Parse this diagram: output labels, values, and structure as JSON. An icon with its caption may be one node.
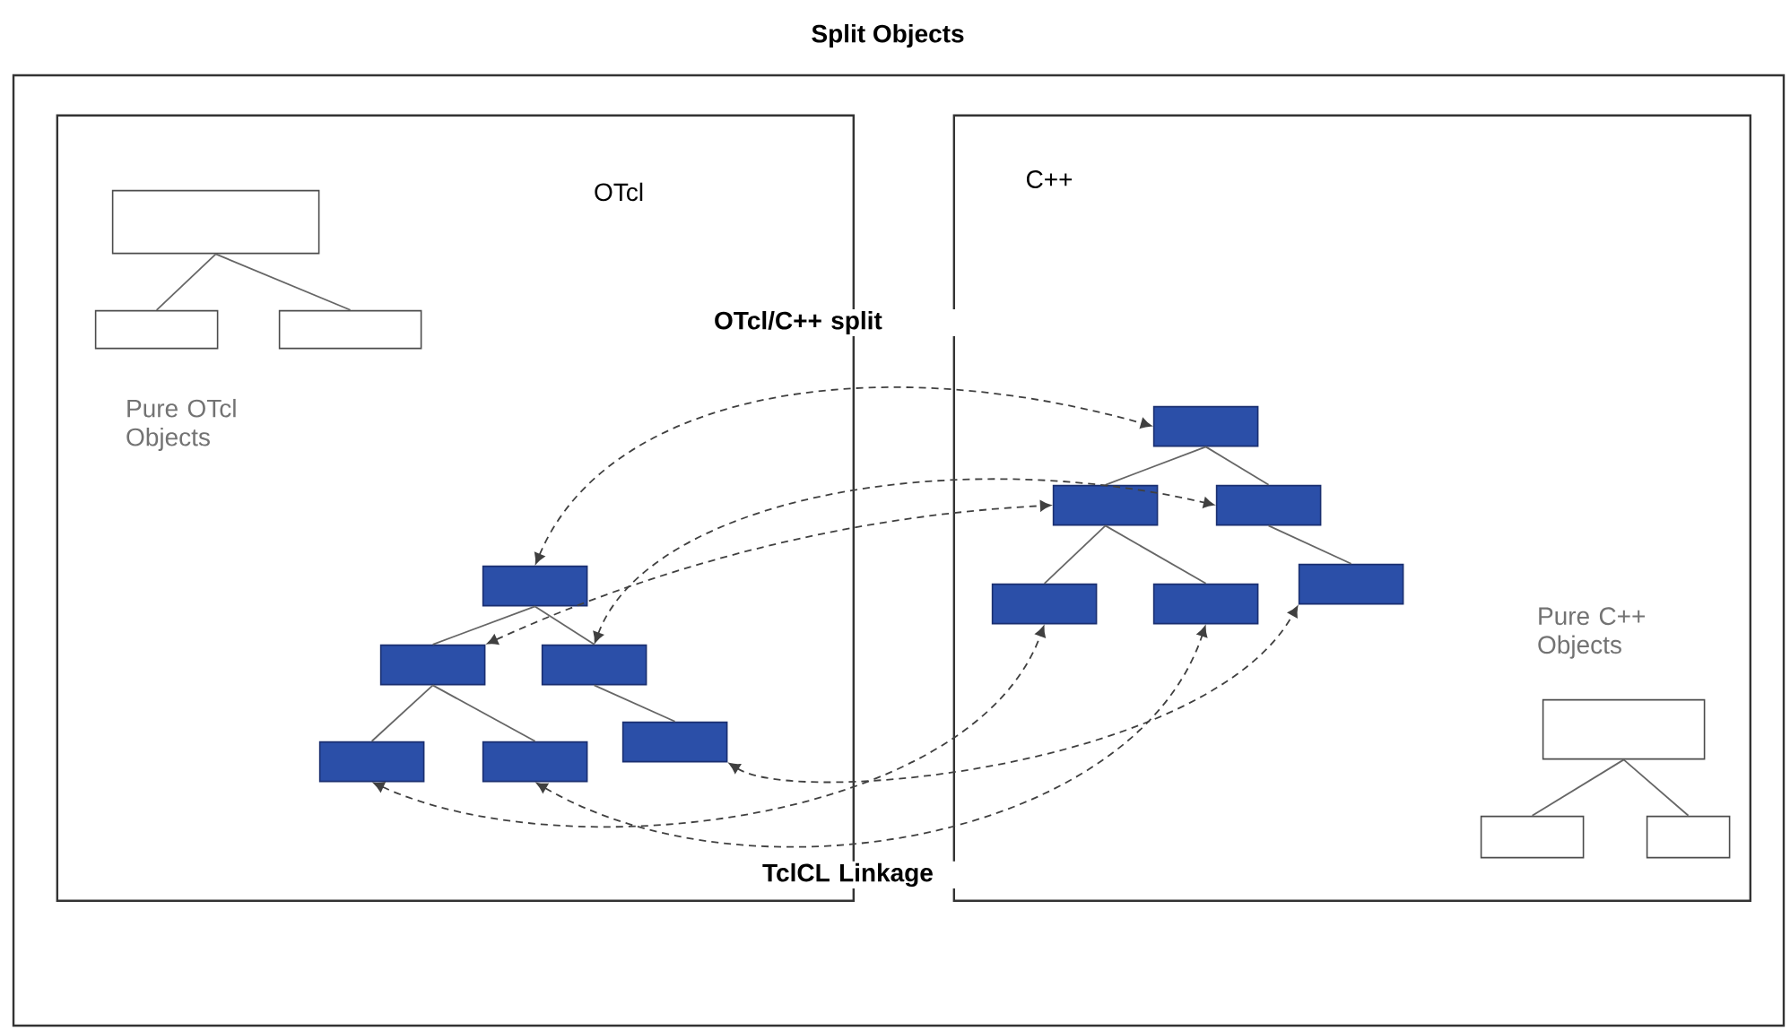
{
  "diagram": {
    "title": "Split Objects",
    "nodes": [
      {
        "text": [],
        "shape": "box"
      },
      {
        "text": [
          "OTcl"
        ],
        "in": 0
      },
      {
        "text": [
          "C++"
        ],
        "in": 0
      },
      {
        "text": [],
        "shape": "box",
        "in": 1
      },
      {
        "text": [],
        "shape": "box",
        "in": 1
      },
      {
        "text": [],
        "shape": "box",
        "in": 1
      },
      {
        "text": [],
        "shape": "box",
        "in": 1
      },
      {
        "text": [],
        "shape": "box",
        "in": 1
      },
      {
        "text": [],
        "shape": "box",
        "in": 1
      },
      {
        "text": [],
        "shape": "box",
        "in": 1
      },
      {
        "text": [],
        "shape": "box",
        "in": 1
      },
      {
        "text": [],
        "shape": "box",
        "in": 1
      },
      {
        "text": [],
        "shape": "box",
        "in": 2
      },
      {
        "text": [],
        "shape": "box",
        "in": 2
      },
      {
        "text": [],
        "shape": "box",
        "in": 2
      },
      {
        "text": [],
        "shape": "box",
        "in": 2
      },
      {
        "text": [],
        "shape": "box",
        "in": 2
      },
      {
        "text": [],
        "shape": "box",
        "in": 2
      },
      {
        "text": [],
        "shape": "box",
        "in": 2
      },
      {
        "text": [],
        "shape": "box",
        "in": 2
      },
      {
        "text": [],
        "shape": "box",
        "in": 2
      }
    ],
    "edges": [
      {
        "from": 3,
        "to": 4,
        "arrow": "none"
      },
      {
        "from": 3,
        "to": 5,
        "arrow": "none"
      },
      {
        "from": 6,
        "to": 7,
        "arrow": "none"
      },
      {
        "from": 6,
        "to": 8,
        "arrow": "none"
      },
      {
        "from": 7,
        "to": 9,
        "arrow": "none"
      },
      {
        "from": 7,
        "to": 10,
        "arrow": "none"
      },
      {
        "from": 8,
        "to": 11,
        "arrow": "none"
      },
      {
        "from": 12,
        "to": 13,
        "arrow": "none"
      },
      {
        "from": 12,
        "to": 14,
        "arrow": "none"
      },
      {
        "from": 13,
        "to": 15,
        "arrow": "none"
      },
      {
        "from": 13,
        "to": 16,
        "arrow": "none"
      },
      {
        "from": 14,
        "to": 17,
        "arrow": "none"
      },
      {
        "from": 18,
        "to": 19,
        "arrow": "none"
      },
      {
        "from": 18,
        "to": 20,
        "arrow": "none"
      },
      {
        "from": 6,
        "to": 12,
        "arrow": "both",
        "style": "dashed"
      },
      {
        "from": 7,
        "to": 13,
        "arrow": "both",
        "style": "dashed"
      },
      {
        "from": 8,
        "to": 14,
        "arrow": "both",
        "style": "dashed"
      },
      {
        "from": 9,
        "to": 15,
        "arrow": "both",
        "style": "dashed"
      },
      {
        "from": 10,
        "to": 16,
        "arrow": "both",
        "style": "dashed"
      },
      {
        "from": 11,
        "to": 17,
        "arrow": "both",
        "style": "dashed"
      }
    ],
    "labels": [
      "Pure OTcl Objects",
      "OTcl/C++ split",
      "Pure C++ Objects",
      "TclCL Linkage"
    ]
  }
}
